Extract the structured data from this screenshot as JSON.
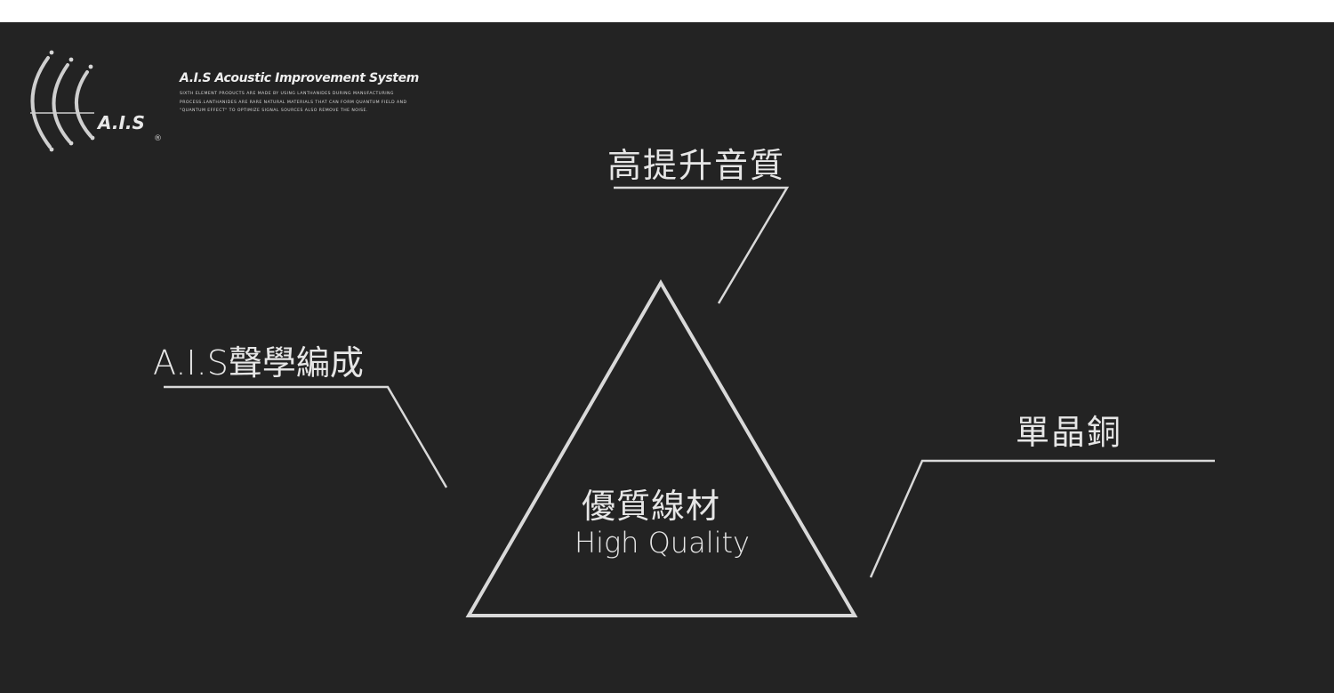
{
  "logo": {
    "mark_text": "A.I.S",
    "registered_symbol": "®",
    "title": "A.I.S Acoustic Improvement System",
    "description": "Sixth Element products are made by using Lanthanides during manufacturing process.Lanthanides are rare natural materials that can form quantum field and \"quantum effect\" to optimize signal sources also remove the noise."
  },
  "diagram": {
    "top_label": "高提升音質",
    "left_label": "A.I.S聲學編成",
    "right_label": "單晶銅",
    "center_label_cn": "優質線材",
    "center_label_en": "High Quality"
  },
  "colors": {
    "background": "#232323",
    "lines": "#d9d9d9",
    "text": "#e6e6e6"
  }
}
